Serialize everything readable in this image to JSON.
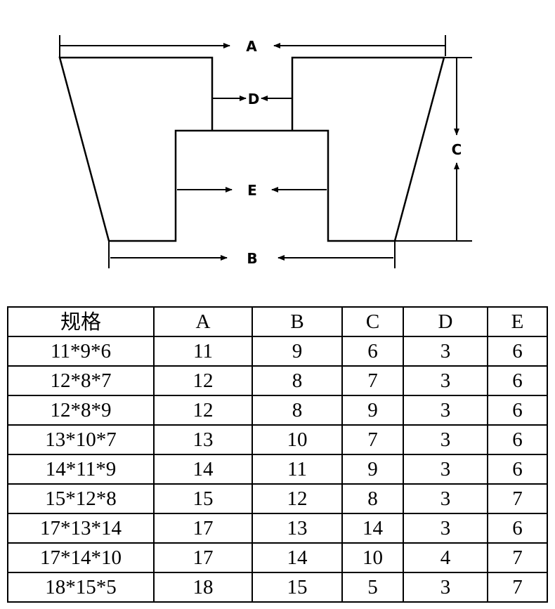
{
  "diagram": {
    "labels": {
      "a": "A",
      "b": "B",
      "c": "C",
      "d": "D",
      "e": "E"
    }
  },
  "table": {
    "headers": [
      "规格",
      "A",
      "B",
      "C",
      "D",
      "E"
    ],
    "rows": [
      [
        "11*9*6",
        "11",
        "9",
        "6",
        "3",
        "6"
      ],
      [
        "12*8*7",
        "12",
        "8",
        "7",
        "3",
        "6"
      ],
      [
        "12*8*9",
        "12",
        "8",
        "9",
        "3",
        "6"
      ],
      [
        "13*10*7",
        "13",
        "10",
        "7",
        "3",
        "6"
      ],
      [
        "14*11*9",
        "14",
        "11",
        "9",
        "3",
        "6"
      ],
      [
        "15*12*8",
        "15",
        "12",
        "8",
        "3",
        "7"
      ],
      [
        "17*13*14",
        "17",
        "13",
        "14",
        "3",
        "6"
      ],
      [
        "17*14*10",
        "17",
        "14",
        "10",
        "4",
        "7"
      ],
      [
        "18*15*5",
        "18",
        "15",
        "5",
        "3",
        "7"
      ]
    ]
  }
}
